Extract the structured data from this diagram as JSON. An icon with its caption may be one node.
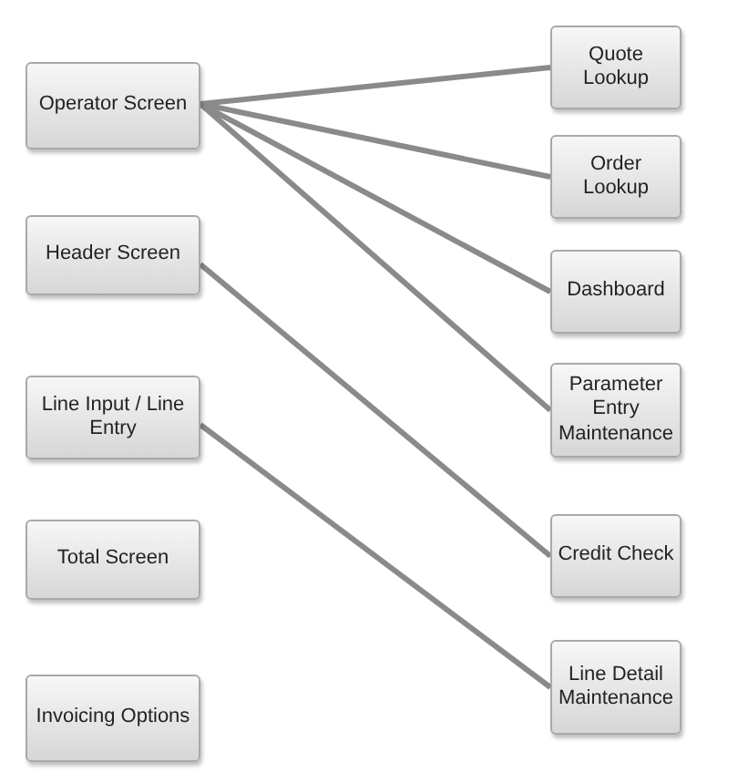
{
  "diagram": {
    "nodes": [
      {
        "text": [
          "Operator Screen"
        ]
      },
      {
        "text": [
          "Header Screen"
        ]
      },
      {
        "text": [
          "Line Input / Line Entry"
        ]
      },
      {
        "text": [
          "Total Screen"
        ]
      },
      {
        "text": [
          "Invoicing Options"
        ]
      },
      {
        "text": [
          "Quote Lookup"
        ]
      },
      {
        "text": [
          "Order Lookup"
        ]
      },
      {
        "text": [
          "Dashboard"
        ]
      },
      {
        "text": [
          "Parameter Entry Maintenance"
        ]
      },
      {
        "text": [
          "Credit Check"
        ]
      },
      {
        "text": [
          "Line Detail Maintenance"
        ]
      }
    ],
    "edges": [
      {
        "from": 0,
        "to": 5,
        "arrow": "none"
      },
      {
        "from": 0,
        "to": 6,
        "arrow": "none"
      },
      {
        "from": 0,
        "to": 7,
        "arrow": "none"
      },
      {
        "from": 0,
        "to": 8,
        "arrow": "none"
      },
      {
        "from": 1,
        "to": 9,
        "arrow": "none"
      },
      {
        "from": 2,
        "to": 10,
        "arrow": "none"
      }
    ]
  }
}
